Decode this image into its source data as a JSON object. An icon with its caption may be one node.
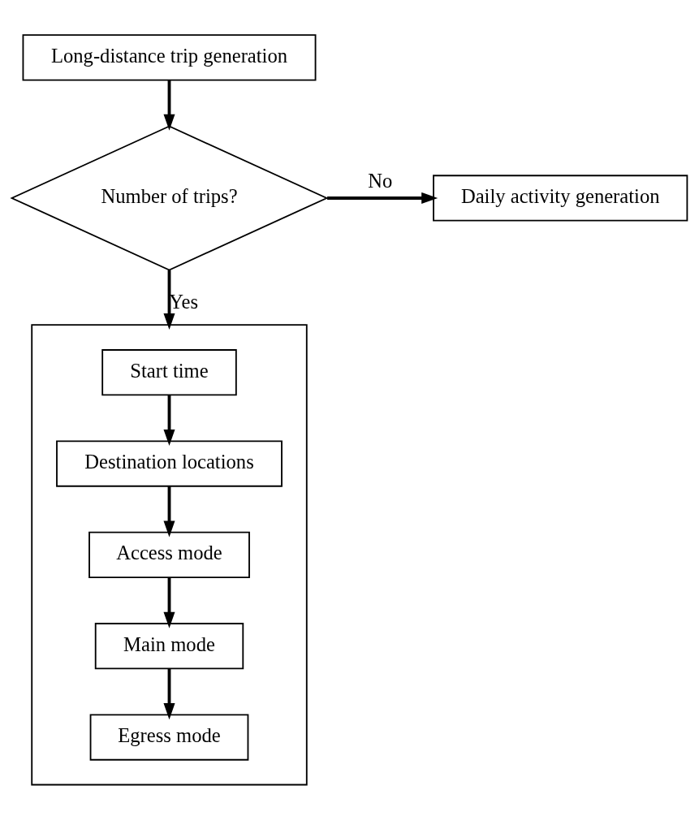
{
  "diagram": {
    "nodes": [
      {
        "text": [
          "Long-distance trip generation"
        ]
      },
      {
        "text": [
          "Number of trips?"
        ]
      },
      {
        "text": [
          "Daily activity generation"
        ]
      },
      {
        "text": [],
        "shape": "box"
      },
      {
        "text": [
          "Start time"
        ],
        "in": 3
      },
      {
        "text": [
          "Destination locations"
        ],
        "in": 3
      },
      {
        "text": [
          "Access mode"
        ],
        "in": 3
      },
      {
        "text": [
          "Main mode"
        ],
        "in": 3
      },
      {
        "text": [
          "Egress mode"
        ],
        "in": 3
      }
    ],
    "edges": [
      {
        "from": 0,
        "to": 1,
        "arrow": "to"
      },
      {
        "from": 1,
        "to": 2,
        "arrow": "to",
        "label": "No"
      },
      {
        "from": 1,
        "to": 3,
        "arrow": "to",
        "label": "Yes"
      },
      {
        "from": 4,
        "to": 5,
        "arrow": "to"
      },
      {
        "from": 5,
        "to": 6,
        "arrow": "to"
      },
      {
        "from": 6,
        "to": 7,
        "arrow": "to"
      },
      {
        "from": 7,
        "to": 8,
        "arrow": "to"
      }
    ]
  }
}
